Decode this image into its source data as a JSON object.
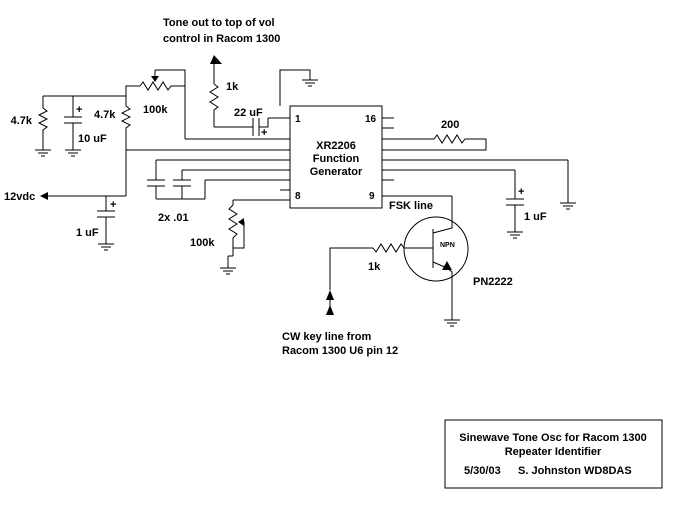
{
  "notes": {
    "tone_out_line1": "Tone out to top of vol",
    "tone_out_line2": "control in Racom 1300",
    "cw_line1": "CW key line from",
    "cw_line2": "Racom 1300 U6 pin 12",
    "fsk": "FSK line"
  },
  "chip": {
    "line1": "XR2206",
    "line2": "Function",
    "line3": "Generator",
    "pin_1": "1",
    "pin_16": "16",
    "pin_8": "8",
    "pin_9": "9"
  },
  "components": {
    "r_4k7_left": "4.7k",
    "c_10uf": "10 uF",
    "r_4k7_mid": "4.7k",
    "pot_100k_top": "100k",
    "r_1k_top": "1k",
    "c_22uf": "22 uF",
    "r_200": "200",
    "supply": "12vdc",
    "c_1uf_left": "1 uF",
    "c_2x01": "2x .01",
    "pot_100k_bottom": "100k",
    "c_1uf_right": "1 uF",
    "r_1k_base": "1k",
    "transistor_type": "NPN",
    "transistor": "PN2222",
    "plus": "+"
  },
  "title_block": {
    "title": "Sinewave Tone Osc for Racom 1300",
    "subtitle": "Repeater Identifier",
    "date": "5/30/03",
    "author": "S. Johnston  WD8DAS"
  }
}
